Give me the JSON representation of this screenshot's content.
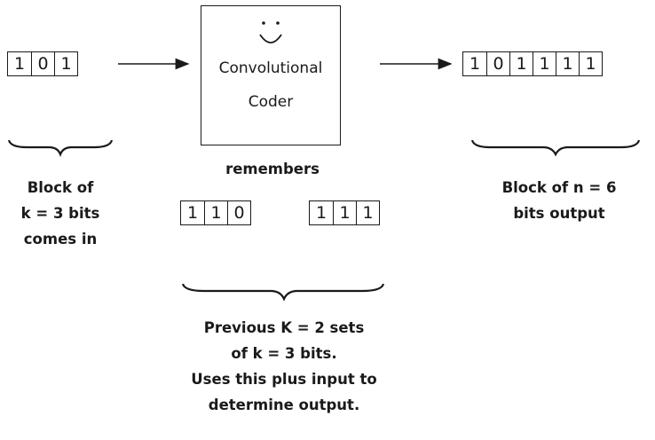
{
  "input_block": {
    "bits": [
      "1",
      "0",
      "1"
    ]
  },
  "coder": {
    "line1": "Convolutional",
    "line2": "Coder"
  },
  "output_block": {
    "bits": [
      "1",
      "0",
      "1",
      "1",
      "1",
      "1"
    ]
  },
  "remembers_label": "remembers",
  "memory_blocks": [
    {
      "bits": [
        "1",
        "1",
        "0"
      ]
    },
    {
      "bits": [
        "1",
        "1",
        "1"
      ]
    }
  ],
  "input_caption": [
    "Block of",
    "k = 3 bits",
    "comes in"
  ],
  "output_caption": [
    "Block of n = 6",
    "bits output"
  ],
  "memory_caption": [
    "Previous K = 2 sets",
    "of k = 3 bits.",
    "Uses this plus input to",
    "determine output."
  ]
}
